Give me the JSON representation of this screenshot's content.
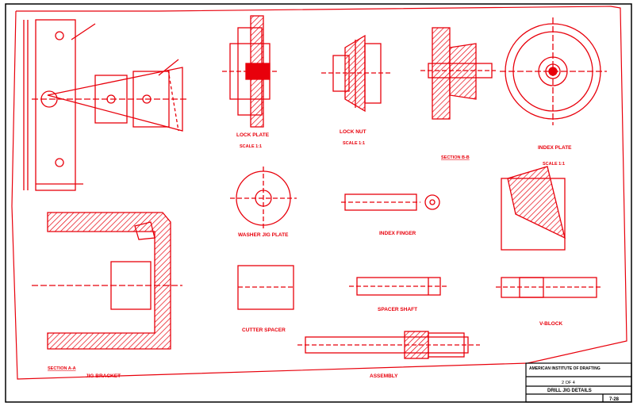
{
  "colors": {
    "line": "#e8000b",
    "border": "#000000",
    "paper": "#ffffff"
  },
  "views": {
    "lock_plate": {
      "title": "LOCK PLATE",
      "scale": "SCALE 1:1"
    },
    "lock_nut": {
      "title": "LOCK NUT",
      "scale": "SCALE 1:1"
    },
    "index_plate": {
      "title": "INDEX PLATE",
      "scale": "SCALE 1:1"
    },
    "washer_jig_plate": {
      "title": "WASHER JIG PLATE"
    },
    "index_finger": {
      "title": "INDEX FINGER"
    },
    "cutter_spacer": {
      "title": "CUTTER SPACER"
    },
    "spacer_shaft": {
      "title": "SPACER SHAFT"
    },
    "jig_bracket": {
      "title": "JIG BRACKET",
      "section": "SECTION A-A"
    },
    "assembly": {
      "title": "ASSEMBLY"
    },
    "v_block": {
      "title": "V-BLOCK"
    },
    "section_b": {
      "label": "SECTION B-B"
    }
  },
  "title_block": {
    "school": "AMERICAN INSTITUTE OF DRAFTING",
    "sheet_no": "2 OF 4",
    "drawing_title": "DRILL JIG DETAILS",
    "drawing_no": "7-28"
  }
}
